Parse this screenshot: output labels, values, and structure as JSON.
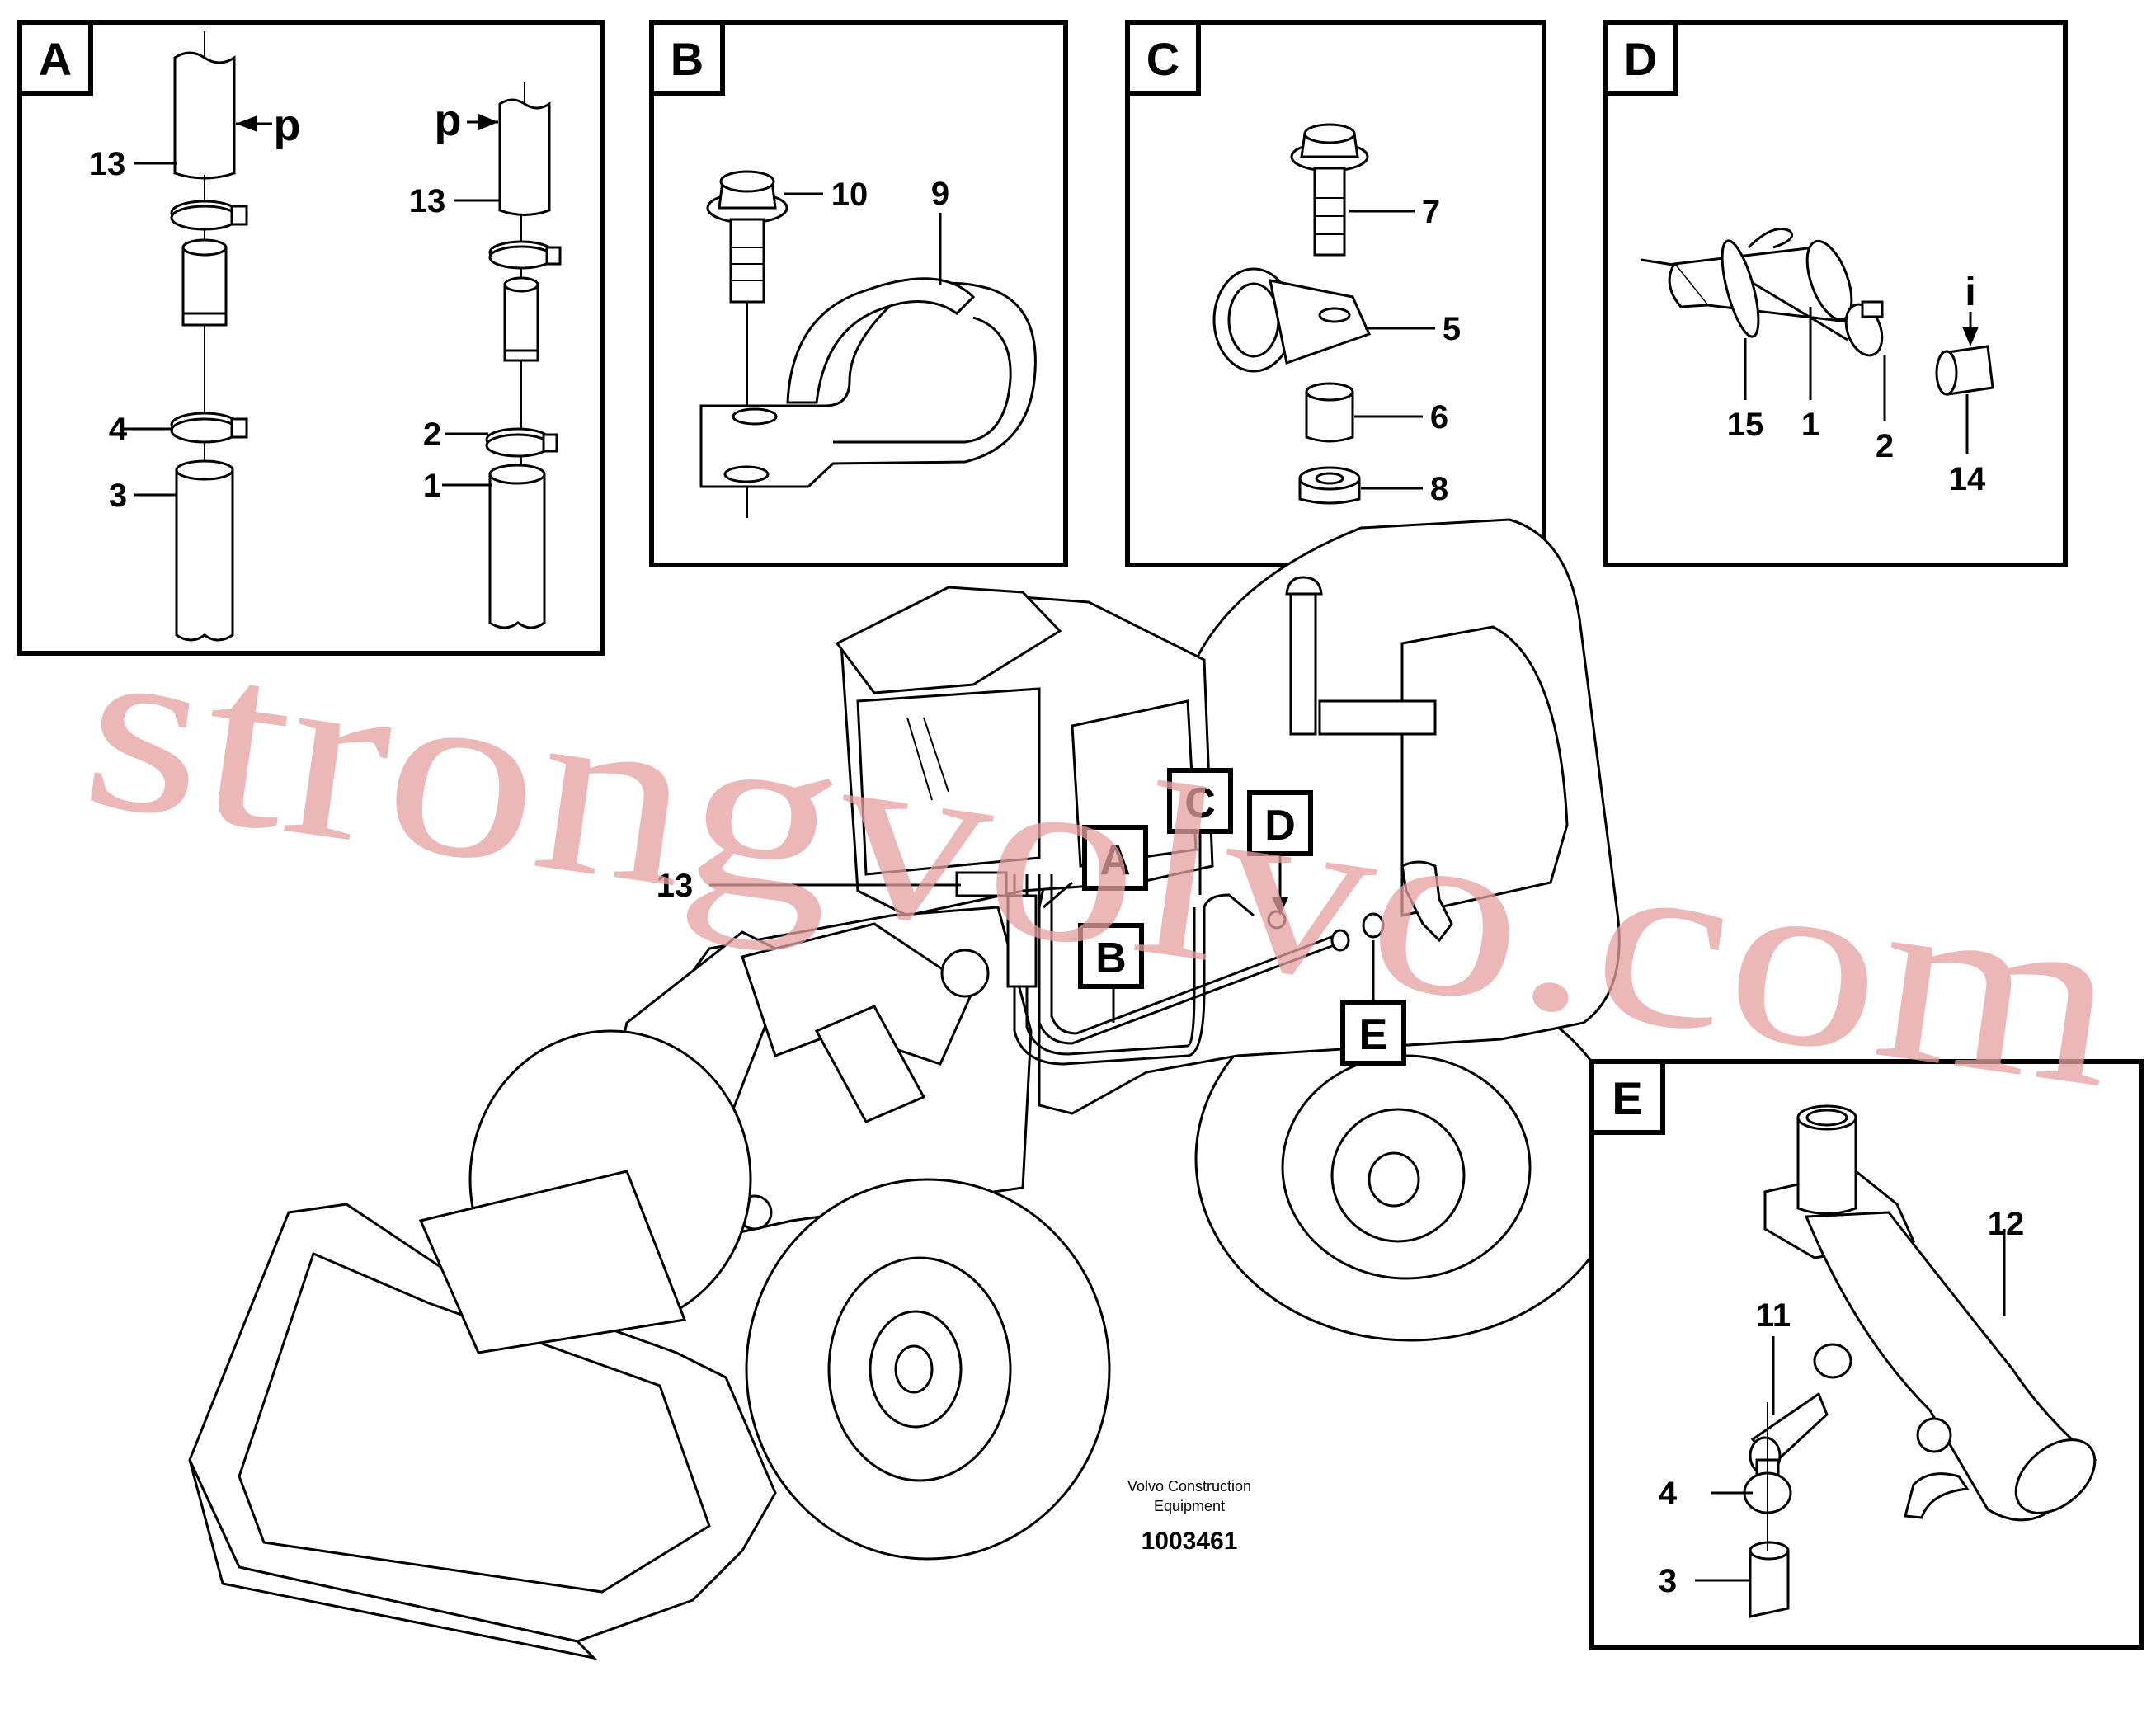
{
  "panels": {
    "A": {
      "tag": "A",
      "labels": {
        "p_left": "p",
        "n13_left": "13",
        "n4": "4",
        "n3": "3",
        "p_right": "p",
        "n13_right": "13",
        "n2": "2",
        "n1": "1"
      }
    },
    "B": {
      "tag": "B",
      "labels": {
        "n10": "10",
        "n9": "9"
      }
    },
    "C": {
      "tag": "C",
      "labels": {
        "n7": "7",
        "n5": "5",
        "n6": "6",
        "n8": "8"
      }
    },
    "D": {
      "tag": "D",
      "labels": {
        "i": "i",
        "n15": "15",
        "n1": "1",
        "n2": "2",
        "n14": "14"
      }
    },
    "E": {
      "tag": "E",
      "labels": {
        "n12": "12",
        "n11": "11",
        "n4": "4",
        "n3": "3"
      }
    }
  },
  "machine": {
    "callouts": {
      "n13": "13",
      "A": "A",
      "B": "B",
      "C": "C",
      "D": "D",
      "E": "E"
    },
    "caption_line1": "Volvo Construction",
    "caption_line2": "Equipment",
    "catalog_number": "1003461"
  },
  "watermark": "strongvolvo.com"
}
